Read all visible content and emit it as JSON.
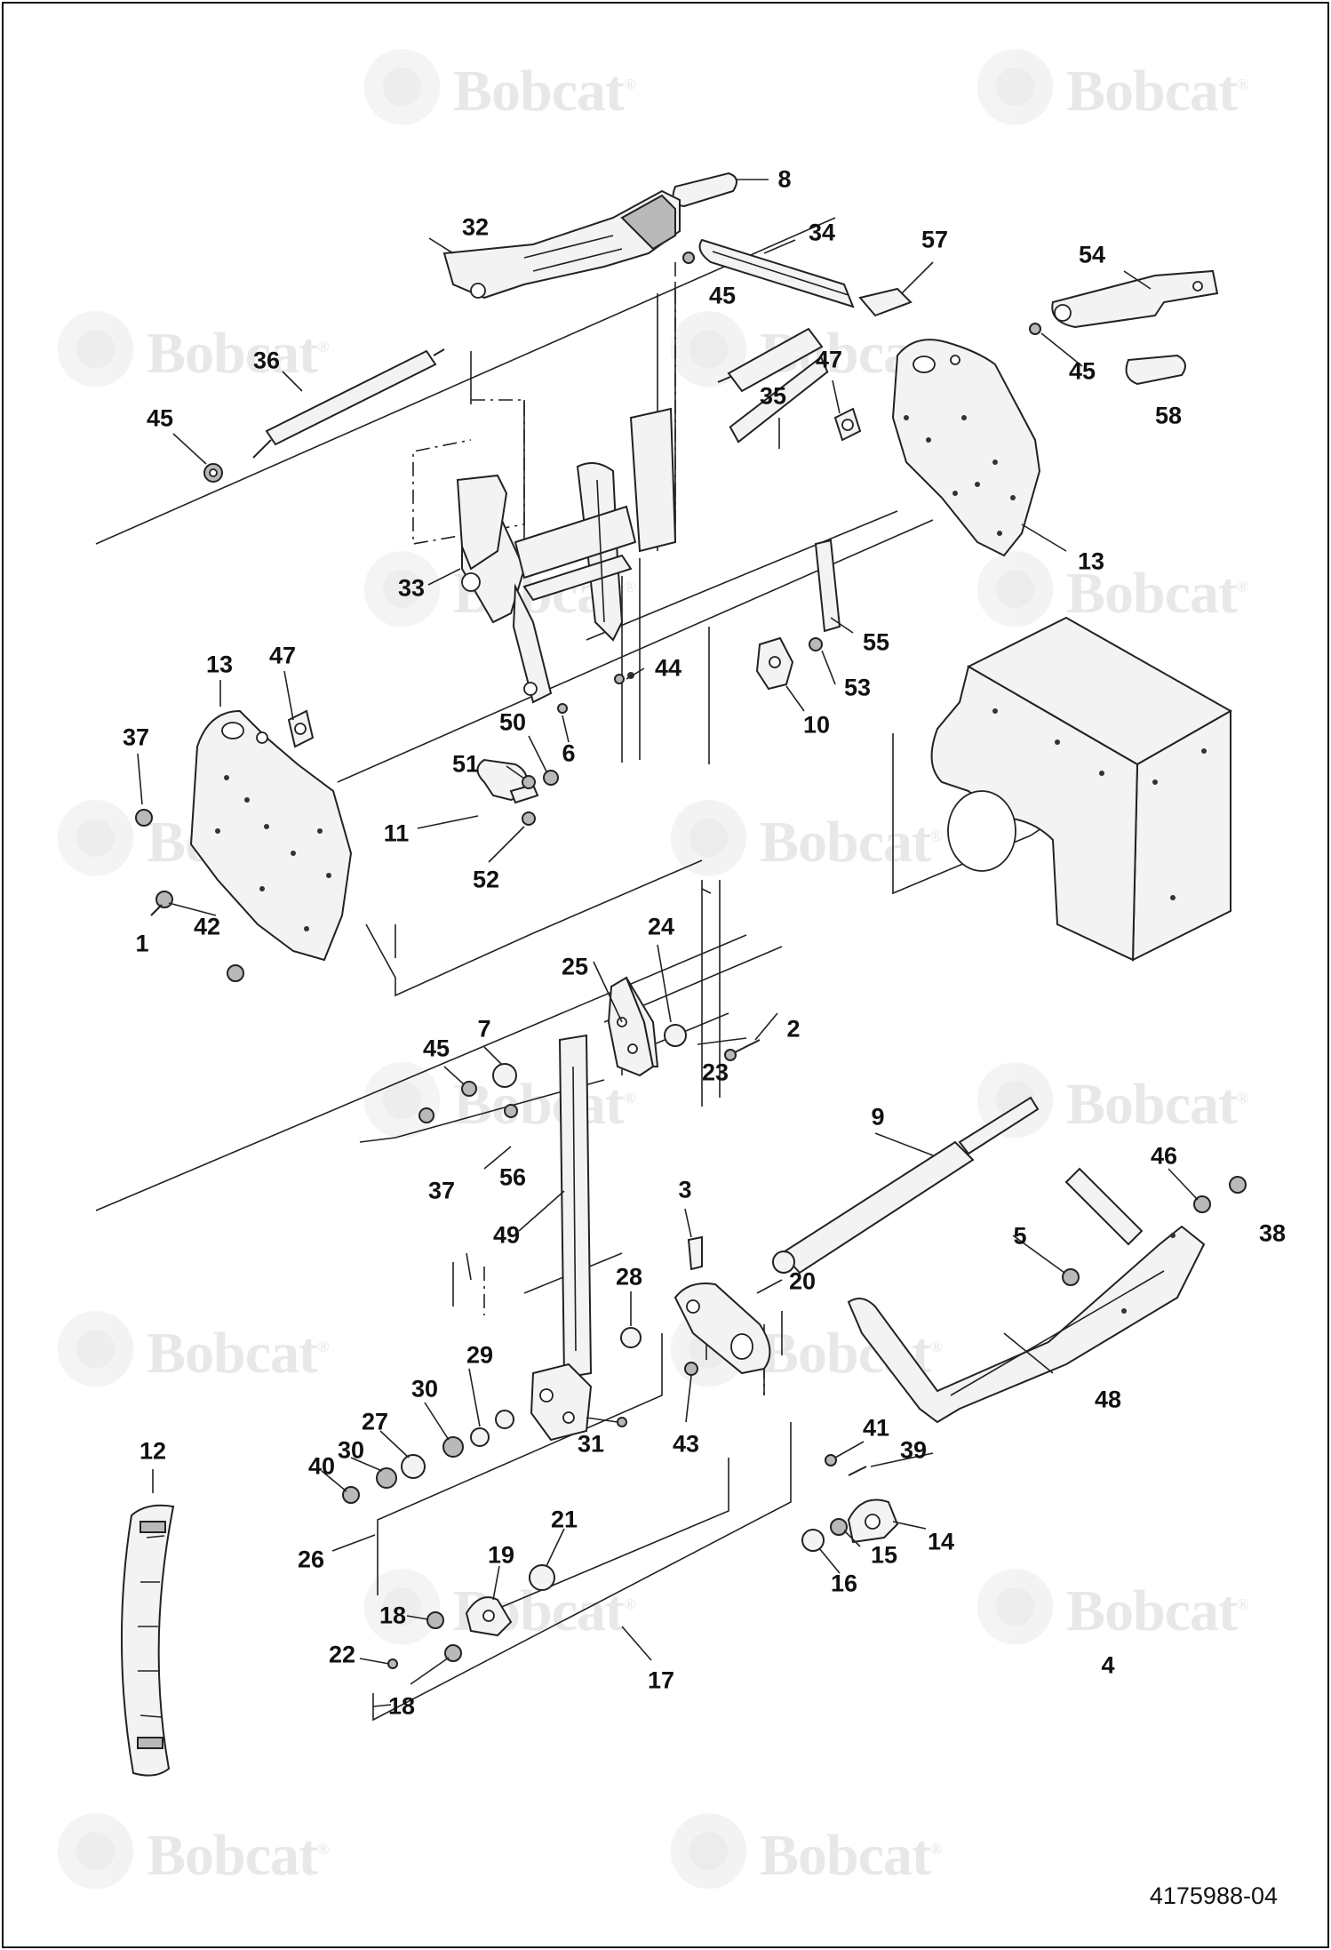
{
  "diagram_code": "4175988-04",
  "assembly_ref": "4",
  "watermark": {
    "brand": "Bobcat",
    "mark": "®"
  },
  "callouts": [
    {
      "id": "c1",
      "label": "1"
    },
    {
      "id": "c2",
      "label": "2"
    },
    {
      "id": "c3",
      "label": "3"
    },
    {
      "id": "c5",
      "label": "5"
    },
    {
      "id": "c6",
      "label": "6"
    },
    {
      "id": "c7",
      "label": "7"
    },
    {
      "id": "c8",
      "label": "8"
    },
    {
      "id": "c9",
      "label": "9"
    },
    {
      "id": "c10",
      "label": "10"
    },
    {
      "id": "c11",
      "label": "11"
    },
    {
      "id": "c12",
      "label": "12"
    },
    {
      "id": "c13a",
      "label": "13"
    },
    {
      "id": "c13b",
      "label": "13"
    },
    {
      "id": "c14",
      "label": "14"
    },
    {
      "id": "c15",
      "label": "15"
    },
    {
      "id": "c16",
      "label": "16"
    },
    {
      "id": "c17",
      "label": "17"
    },
    {
      "id": "c18a",
      "label": "18"
    },
    {
      "id": "c18b",
      "label": "18"
    },
    {
      "id": "c19",
      "label": "19"
    },
    {
      "id": "c20",
      "label": "20"
    },
    {
      "id": "c21",
      "label": "21"
    },
    {
      "id": "c22",
      "label": "22"
    },
    {
      "id": "c23",
      "label": "23"
    },
    {
      "id": "c24",
      "label": "24"
    },
    {
      "id": "c25",
      "label": "25"
    },
    {
      "id": "c26",
      "label": "26"
    },
    {
      "id": "c27",
      "label": "27"
    },
    {
      "id": "c28",
      "label": "28"
    },
    {
      "id": "c29",
      "label": "29"
    },
    {
      "id": "c30a",
      "label": "30"
    },
    {
      "id": "c30b",
      "label": "30"
    },
    {
      "id": "c31",
      "label": "31"
    },
    {
      "id": "c32",
      "label": "32"
    },
    {
      "id": "c33",
      "label": "33"
    },
    {
      "id": "c34",
      "label": "34"
    },
    {
      "id": "c35",
      "label": "35"
    },
    {
      "id": "c36",
      "label": "36"
    },
    {
      "id": "c37a",
      "label": "37"
    },
    {
      "id": "c37b",
      "label": "37"
    },
    {
      "id": "c38",
      "label": "38"
    },
    {
      "id": "c39",
      "label": "39"
    },
    {
      "id": "c40",
      "label": "40"
    },
    {
      "id": "c41",
      "label": "41"
    },
    {
      "id": "c42",
      "label": "42"
    },
    {
      "id": "c43",
      "label": "43"
    },
    {
      "id": "c44",
      "label": "44"
    },
    {
      "id": "c45a",
      "label": "45"
    },
    {
      "id": "c45b",
      "label": "45"
    },
    {
      "id": "c45c",
      "label": "45"
    },
    {
      "id": "c45d",
      "label": "45"
    },
    {
      "id": "c46",
      "label": "46"
    },
    {
      "id": "c47a",
      "label": "47"
    },
    {
      "id": "c47b",
      "label": "47"
    },
    {
      "id": "c48",
      "label": "48"
    },
    {
      "id": "c49",
      "label": "49"
    },
    {
      "id": "c50",
      "label": "50"
    },
    {
      "id": "c51",
      "label": "51"
    },
    {
      "id": "c52",
      "label": "52"
    },
    {
      "id": "c53",
      "label": "53"
    },
    {
      "id": "c54",
      "label": "54"
    },
    {
      "id": "c55",
      "label": "55"
    },
    {
      "id": "c56",
      "label": "56"
    },
    {
      "id": "c57",
      "label": "57"
    },
    {
      "id": "c58",
      "label": "58"
    }
  ]
}
